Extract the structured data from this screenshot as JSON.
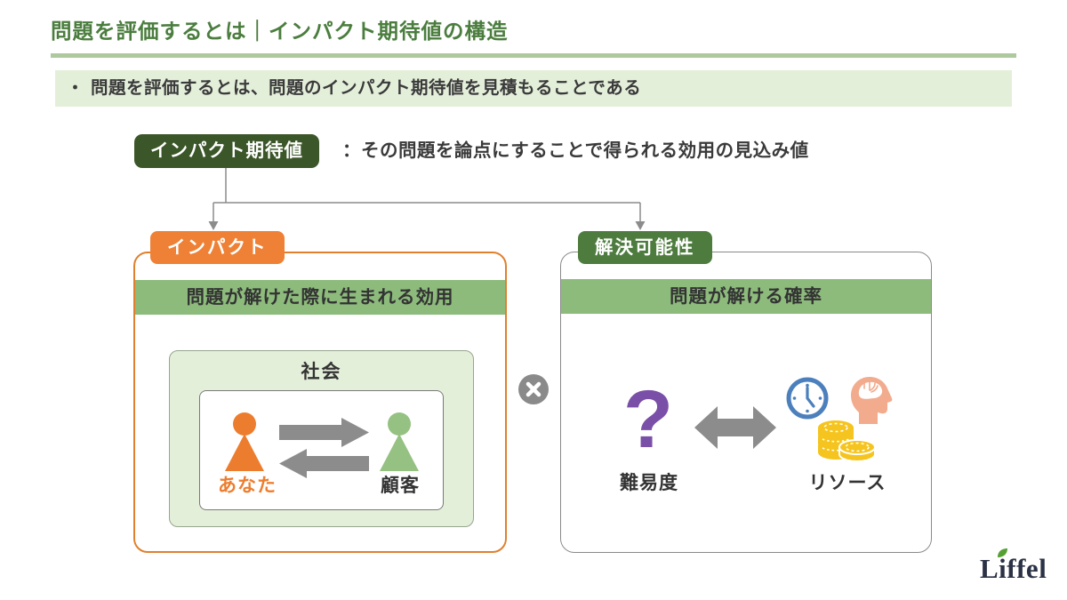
{
  "colors": {
    "title_green": "#4b7d3e",
    "divider_green": "#adc99d",
    "highlight_bg": "#e4efda",
    "dark_badge_bg": "#3b5628",
    "green_badge_bg": "#4e7c3e",
    "panel_header_bg": "#8dbb7c",
    "orange": "#ee8135",
    "person_green": "#95c182",
    "text_dark": "#3a3a3a",
    "connector_gray": "#8c8c8c",
    "purple": "#7a4fa8",
    "clock_blue": "#4c80bd",
    "brain_salmon": "#f2ab8d",
    "coin_gold": "#f5c41e",
    "logo_navy": "#2b3245",
    "leaf_green": "#55a033"
  },
  "header": {
    "title": "問題を評価するとは｜インパクト期待値の構造",
    "bullet_marker": "・",
    "key_message": "問題を評価するとは、問題のインパクト期待値を見積もることである"
  },
  "definition": {
    "badge_label": "インパクト期待値",
    "description": "：その問題を論点にすることで得られる効用の見込み値"
  },
  "impact_panel": {
    "badge_label": "インパクト",
    "header": "問題が解けた際に生まれる効用",
    "society_label": "社会",
    "left_person_label": "あなた",
    "right_person_label": "顧客"
  },
  "operator": {
    "symbol": "×"
  },
  "solvability_panel": {
    "badge_label": "解決可能性",
    "header": "問題が解ける確率",
    "question_symbol": "?",
    "difficulty_label": "難易度",
    "resources_label": "リソース"
  },
  "logo": {
    "text": "Liffel"
  }
}
